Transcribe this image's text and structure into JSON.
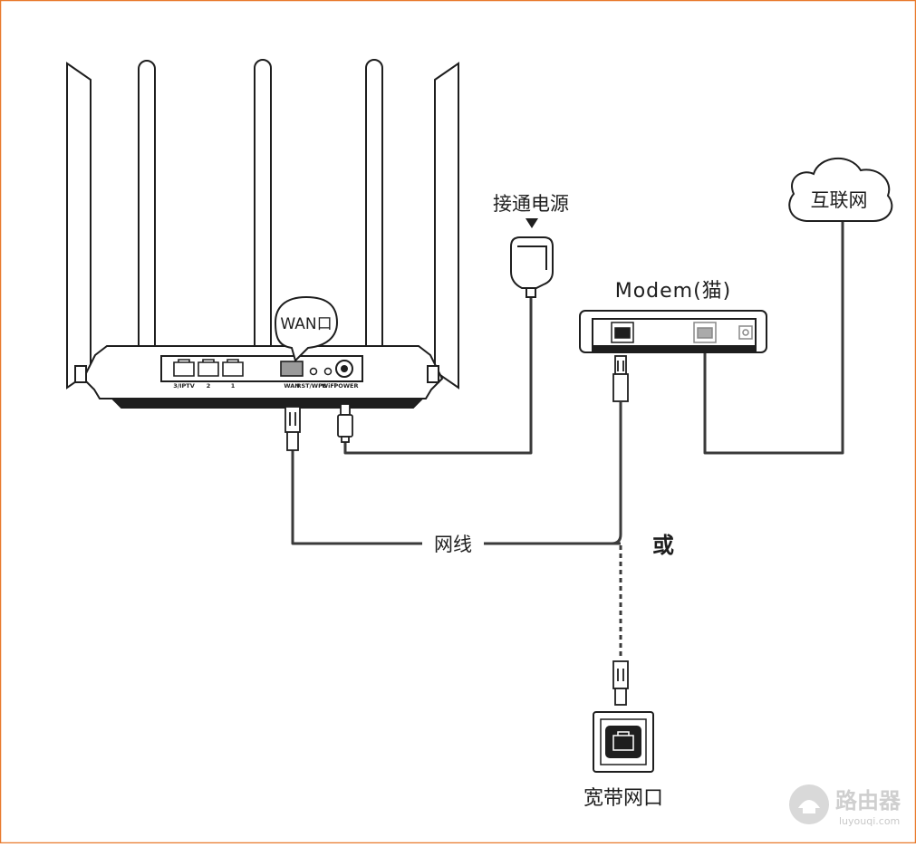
{
  "colors": {
    "frame": "#e8792b",
    "line": "#3a3a3a",
    "fill_dark": "#1e1e1e",
    "fill_light": "#ffffff",
    "cloud": "#ffffff",
    "gray_cable": "#666666",
    "watermark": "#c9c9c9"
  },
  "labels": {
    "power": "接通电源",
    "modem": "Modem(猫)",
    "internet": "互联网",
    "wan_callout": "WAN口",
    "cable": "网线",
    "or": "或",
    "broadband_port": "宽带网口"
  },
  "router_ports": {
    "p3": "3/IPTV",
    "p2": "2",
    "p1": "1",
    "wan": "WAN",
    "rst": "RST/WPS",
    "wifi": "WiFi",
    "power": "POWER"
  },
  "watermark": {
    "title": "路由器",
    "url": "luyouqi.com"
  }
}
